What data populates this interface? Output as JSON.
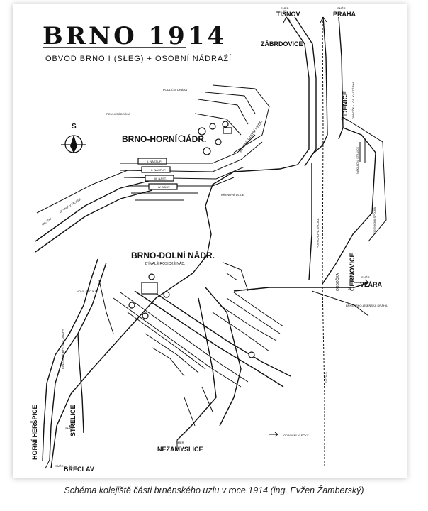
{
  "title": "BRNO 1914",
  "subtitle": "OBVOD BRNO I (SŁEG) + OSOBNÍ NÁDRAŽÍ",
  "north_label": "S",
  "caption": "Schéma kolejiště části brněnského uzlu v roce 1914 (ing. Evžen Žamberský)",
  "stations": {
    "horni": "BRNO-HORNÍ NÁDR.",
    "dolni": "BRNO-DOLNÍ NÁDR.",
    "dolni_sub": "BÝVALÉ ROSICKÉ NÁD.",
    "horni_vlecka": "BÝVALÉ STATNÍ NÁDR."
  },
  "directions": {
    "smer": "SMĚR",
    "tisnov": "TIŠNOV",
    "praha": "PRAHA",
    "zabrdovice": "ZÁBRDOVICE",
    "zidenice": "ŽIDENICE",
    "cernovice": "ČERNOVICE",
    "odbocka": "ODBOČKA",
    "vlara": "VLÁRA",
    "brnensko_lisenska": "BRNĚNSKO-LÍŠEŇSKÁ DRÁHA",
    "nezamyslice": "NEZAMYSLICE",
    "strelice": "STŘELICE",
    "horni_herspice": "HORNÍ HERŠPICE",
    "breclav": "BŘECLAV"
  },
  "labels": {
    "pouliční_draha_1": "POULIČNÍ DRÁHA",
    "pouliční_draha_2": "POULIČNÍ DRÁHA",
    "krenova": "KŘENOVÁ ULICE",
    "spojka_nova": "NOVÁ SPOJKA",
    "vlecka_legend": "ODBOČNÍ VLEČKY",
    "sadlo": "SKLADY",
    "povrchova_spojka": "POVRCHOVÁ SPOJKA",
    "zidenicka_spojka": "ŽIDENICKÁ SPOJKA",
    "odbocka_os": "ODBOČKA - OS. KASTĚRKA",
    "nakladni": "NÁKLADNÍ STANICE",
    "byvala_spojka": "BÝVALÁ VÝTOPNA",
    "kolejiste": "KOLEJIŠTĚ BÝV. SEV. DRÁHY",
    "svitava": "SVITAVA",
    "dvorana_1": "I. NÁSTUP.",
    "dvorana_2": "II. NÁSTUP.",
    "dvorana_3": "III. NÁST.",
    "dvorana_4": "IV. NÁST."
  }
}
